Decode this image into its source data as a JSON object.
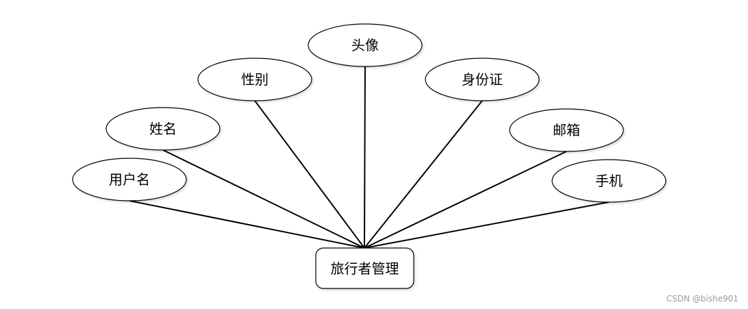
{
  "entity": {
    "label": "旅行者管理"
  },
  "attributes": [
    {
      "id": "username",
      "label": "用户名"
    },
    {
      "id": "name",
      "label": "姓名"
    },
    {
      "id": "gender",
      "label": "性别"
    },
    {
      "id": "avatar",
      "label": "头像"
    },
    {
      "id": "id-card",
      "label": "身份证"
    },
    {
      "id": "email",
      "label": "邮箱"
    },
    {
      "id": "phone",
      "label": "手机"
    }
  ],
  "colors": {
    "stroke": "#000000",
    "background": "#ffffff",
    "watermark": "#9a9a9a"
  },
  "watermark": "CSDN @bishe901"
}
